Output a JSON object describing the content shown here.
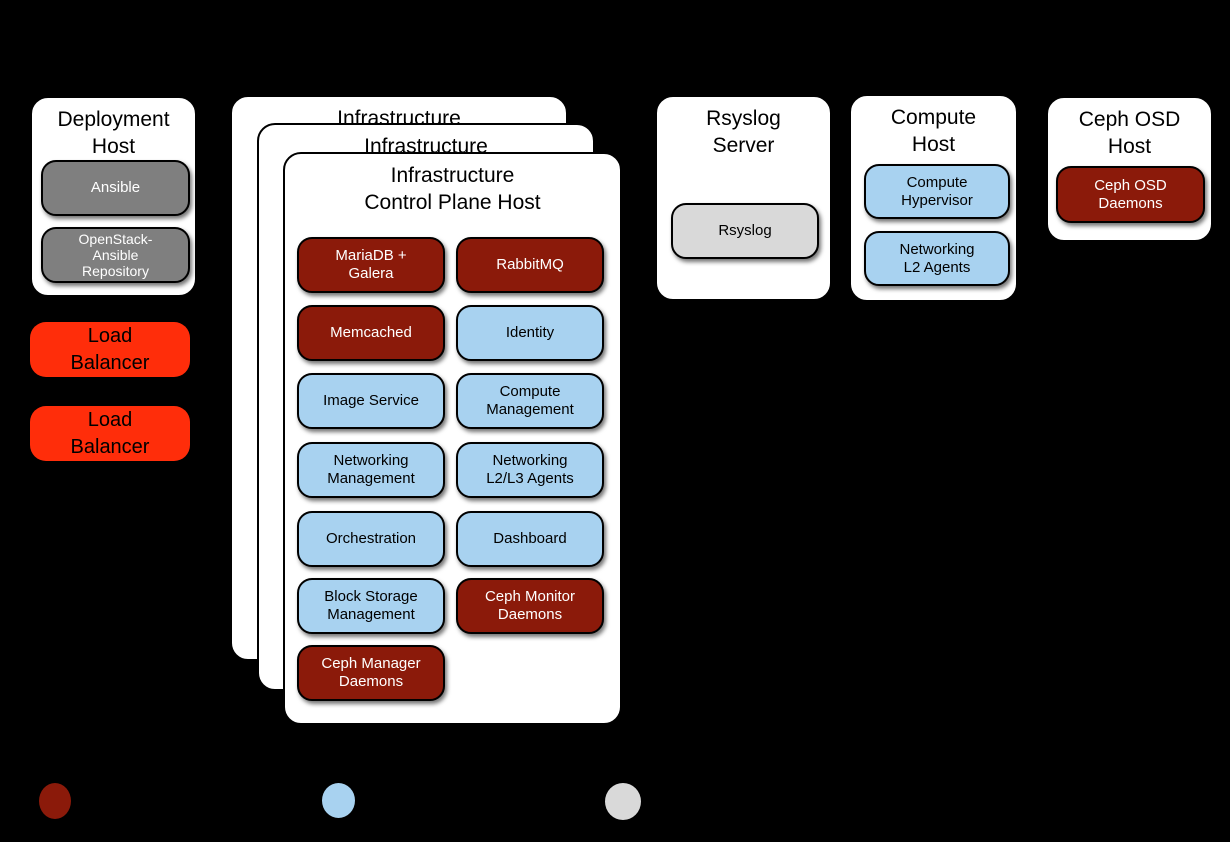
{
  "diagram": {
    "background": "#000000",
    "colors": {
      "card_background": "#ffffff",
      "dark_red_service": "#8B1A0A",
      "light_blue_service": "#A8D2F0",
      "mid_gray_service": "#7F7F7F",
      "light_gray_service": "#D9D9D9",
      "load_balancer_red": "#FF2D0A"
    },
    "deployment_host": {
      "title": "Deployment\nHost",
      "services": {
        "ansible": "Ansible",
        "repository": "OpenStack-\nAnsible\nRepository"
      }
    },
    "load_balancers": {
      "first": "Load\nBalancer",
      "second": "Load\nBalancer"
    },
    "infrastructure_stack": {
      "back_card_title": "Infrastructure",
      "middle_card_title": "Infrastructure",
      "front_card_title": "Infrastructure\nControl Plane Host",
      "services": {
        "mariadb_galera": "MariaDB +\nGalera",
        "rabbitmq": "RabbitMQ",
        "memcached": "Memcached",
        "identity": "Identity",
        "image_service": "Image Service",
        "compute_management": "Compute\nManagement",
        "networking_management": "Networking\nManagement",
        "networking_l2l3_agents": "Networking\nL2/L3 Agents",
        "orchestration": "Orchestration",
        "dashboard": "Dashboard",
        "block_storage_management": "Block Storage\nManagement",
        "ceph_monitor_daemons": "Ceph Monitor\nDaemons",
        "ceph_manager_daemons": "Ceph Manager\nDaemons"
      }
    },
    "rsyslog_server": {
      "title": "Rsyslog\nServer",
      "services": {
        "rsyslog": "Rsyslog"
      }
    },
    "compute_host": {
      "title": "Compute\nHost",
      "services": {
        "compute_hypervisor": "Compute\nHypervisor",
        "networking_l2_agents": "Networking\nL2 Agents"
      }
    },
    "ceph_osd_host": {
      "title": "Ceph OSD\nHost",
      "services": {
        "ceph_osd_daemons": "Ceph OSD\nDaemons"
      }
    },
    "legend": {
      "dots": [
        {
          "name": "dark-red-dot",
          "color": "#8B1A0A"
        },
        {
          "name": "light-blue-dot",
          "color": "#A8D2F0"
        },
        {
          "name": "light-gray-dot",
          "color": "#D9D9D9"
        }
      ]
    }
  }
}
